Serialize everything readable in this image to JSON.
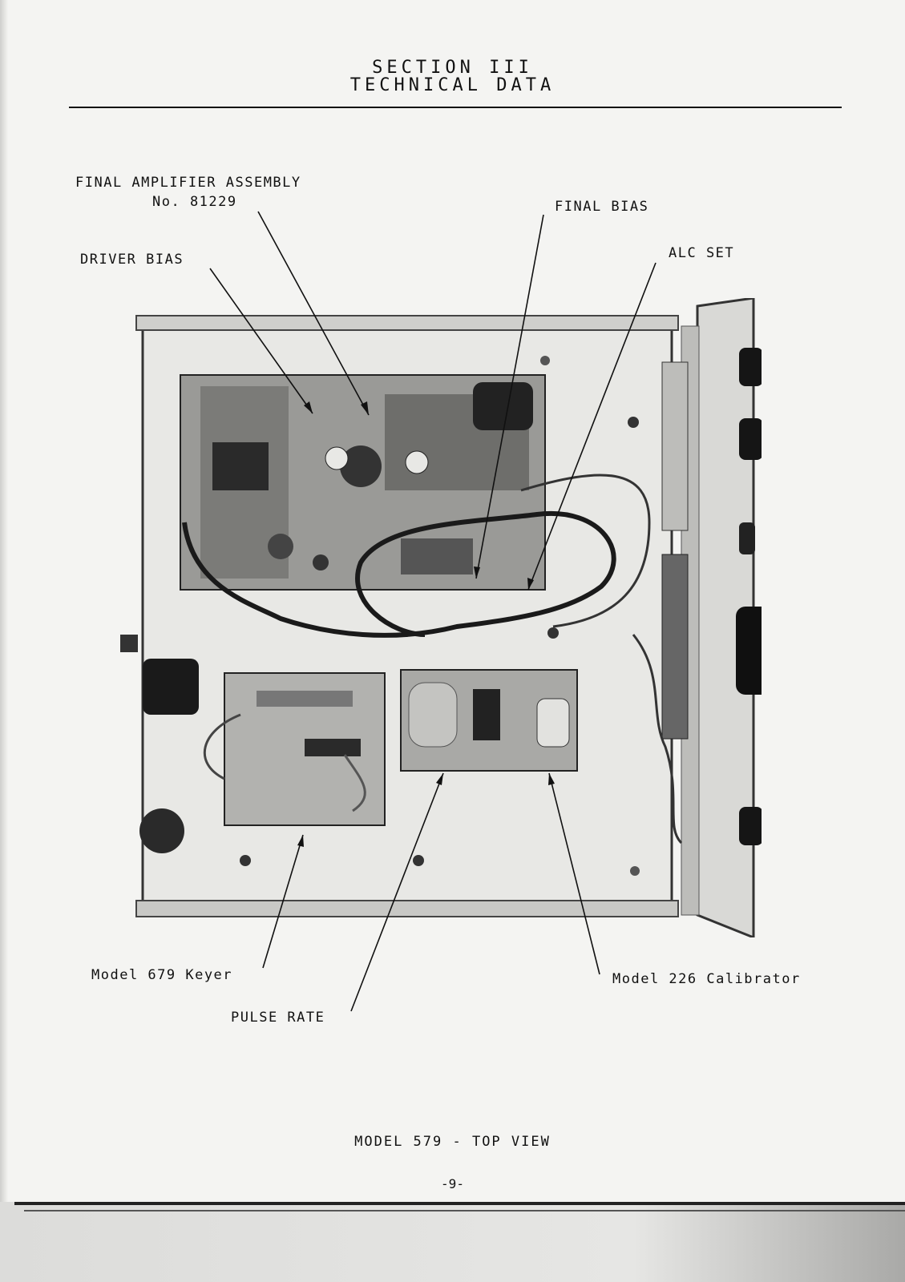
{
  "header": {
    "section": "SECTION III",
    "title": "TECHNICAL DATA"
  },
  "callouts": {
    "final_amp_line1": "FINAL AMPLIFIER ASSEMBLY",
    "final_amp_line2": "No. 81229",
    "final_bias": "FINAL BIAS",
    "driver_bias": "DRIVER BIAS",
    "alc_set": "ALC SET",
    "keyer": "Model 679 Keyer",
    "calibrator": "Model 226 Calibrator",
    "pulse_rate": "PULSE RATE"
  },
  "caption": "MODEL 579 - TOP VIEW",
  "page_number": "-9-"
}
